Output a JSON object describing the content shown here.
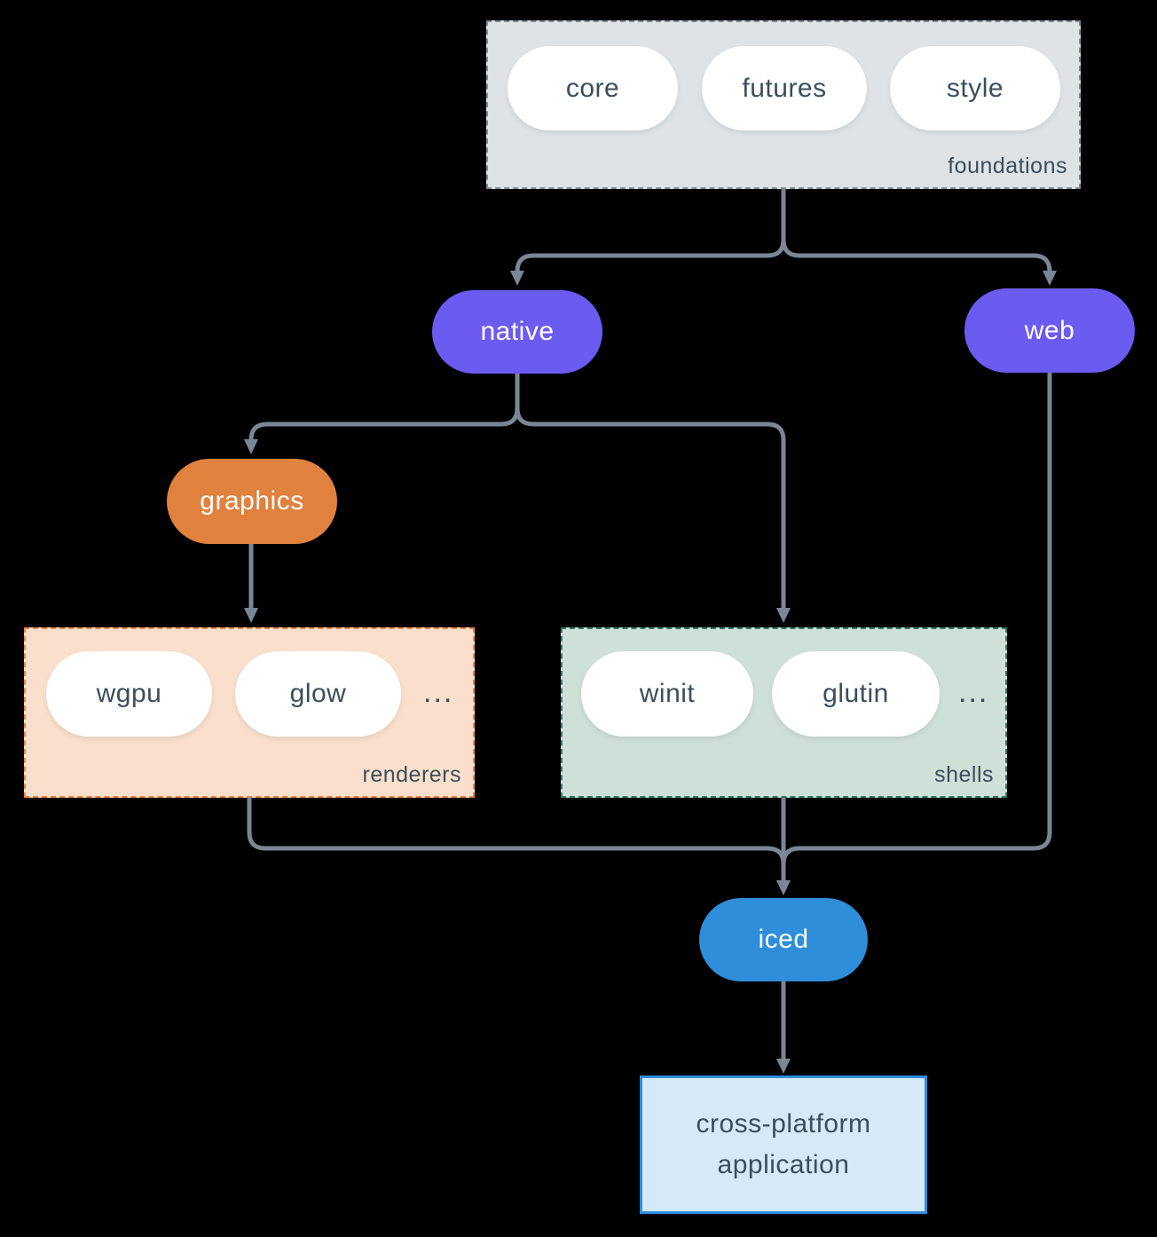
{
  "colors": {
    "background": "#000000",
    "edge": "#7a8794",
    "text_dark": "#3b4e5c",
    "text_light": "#ffffff",
    "node_purple": "#6c5bf1",
    "node_orange": "#e0813e",
    "node_blue": "#2e8ed9",
    "foundations_fill": "#dfe3e6",
    "foundations_border": "#7d8b97",
    "renderers_fill": "#fae0cc",
    "renderers_border": "#e8843c",
    "shells_fill": "#cfe0d8",
    "shells_border": "#2d7c67",
    "app_fill": "#d7e9f8",
    "app_border": "#2e8edd"
  },
  "foundations": {
    "label": "foundations",
    "pills": [
      "core",
      "futures",
      "style"
    ]
  },
  "native": {
    "label": "native"
  },
  "web": {
    "label": "web"
  },
  "graphics": {
    "label": "graphics"
  },
  "renderers": {
    "label": "renderers",
    "pills": [
      "wgpu",
      "glow"
    ],
    "ellipsis": "..."
  },
  "shells": {
    "label": "shells",
    "pills": [
      "winit",
      "glutin"
    ],
    "ellipsis": "..."
  },
  "iced": {
    "label": "iced"
  },
  "application": {
    "lines": [
      "cross-platform",
      "application"
    ]
  }
}
